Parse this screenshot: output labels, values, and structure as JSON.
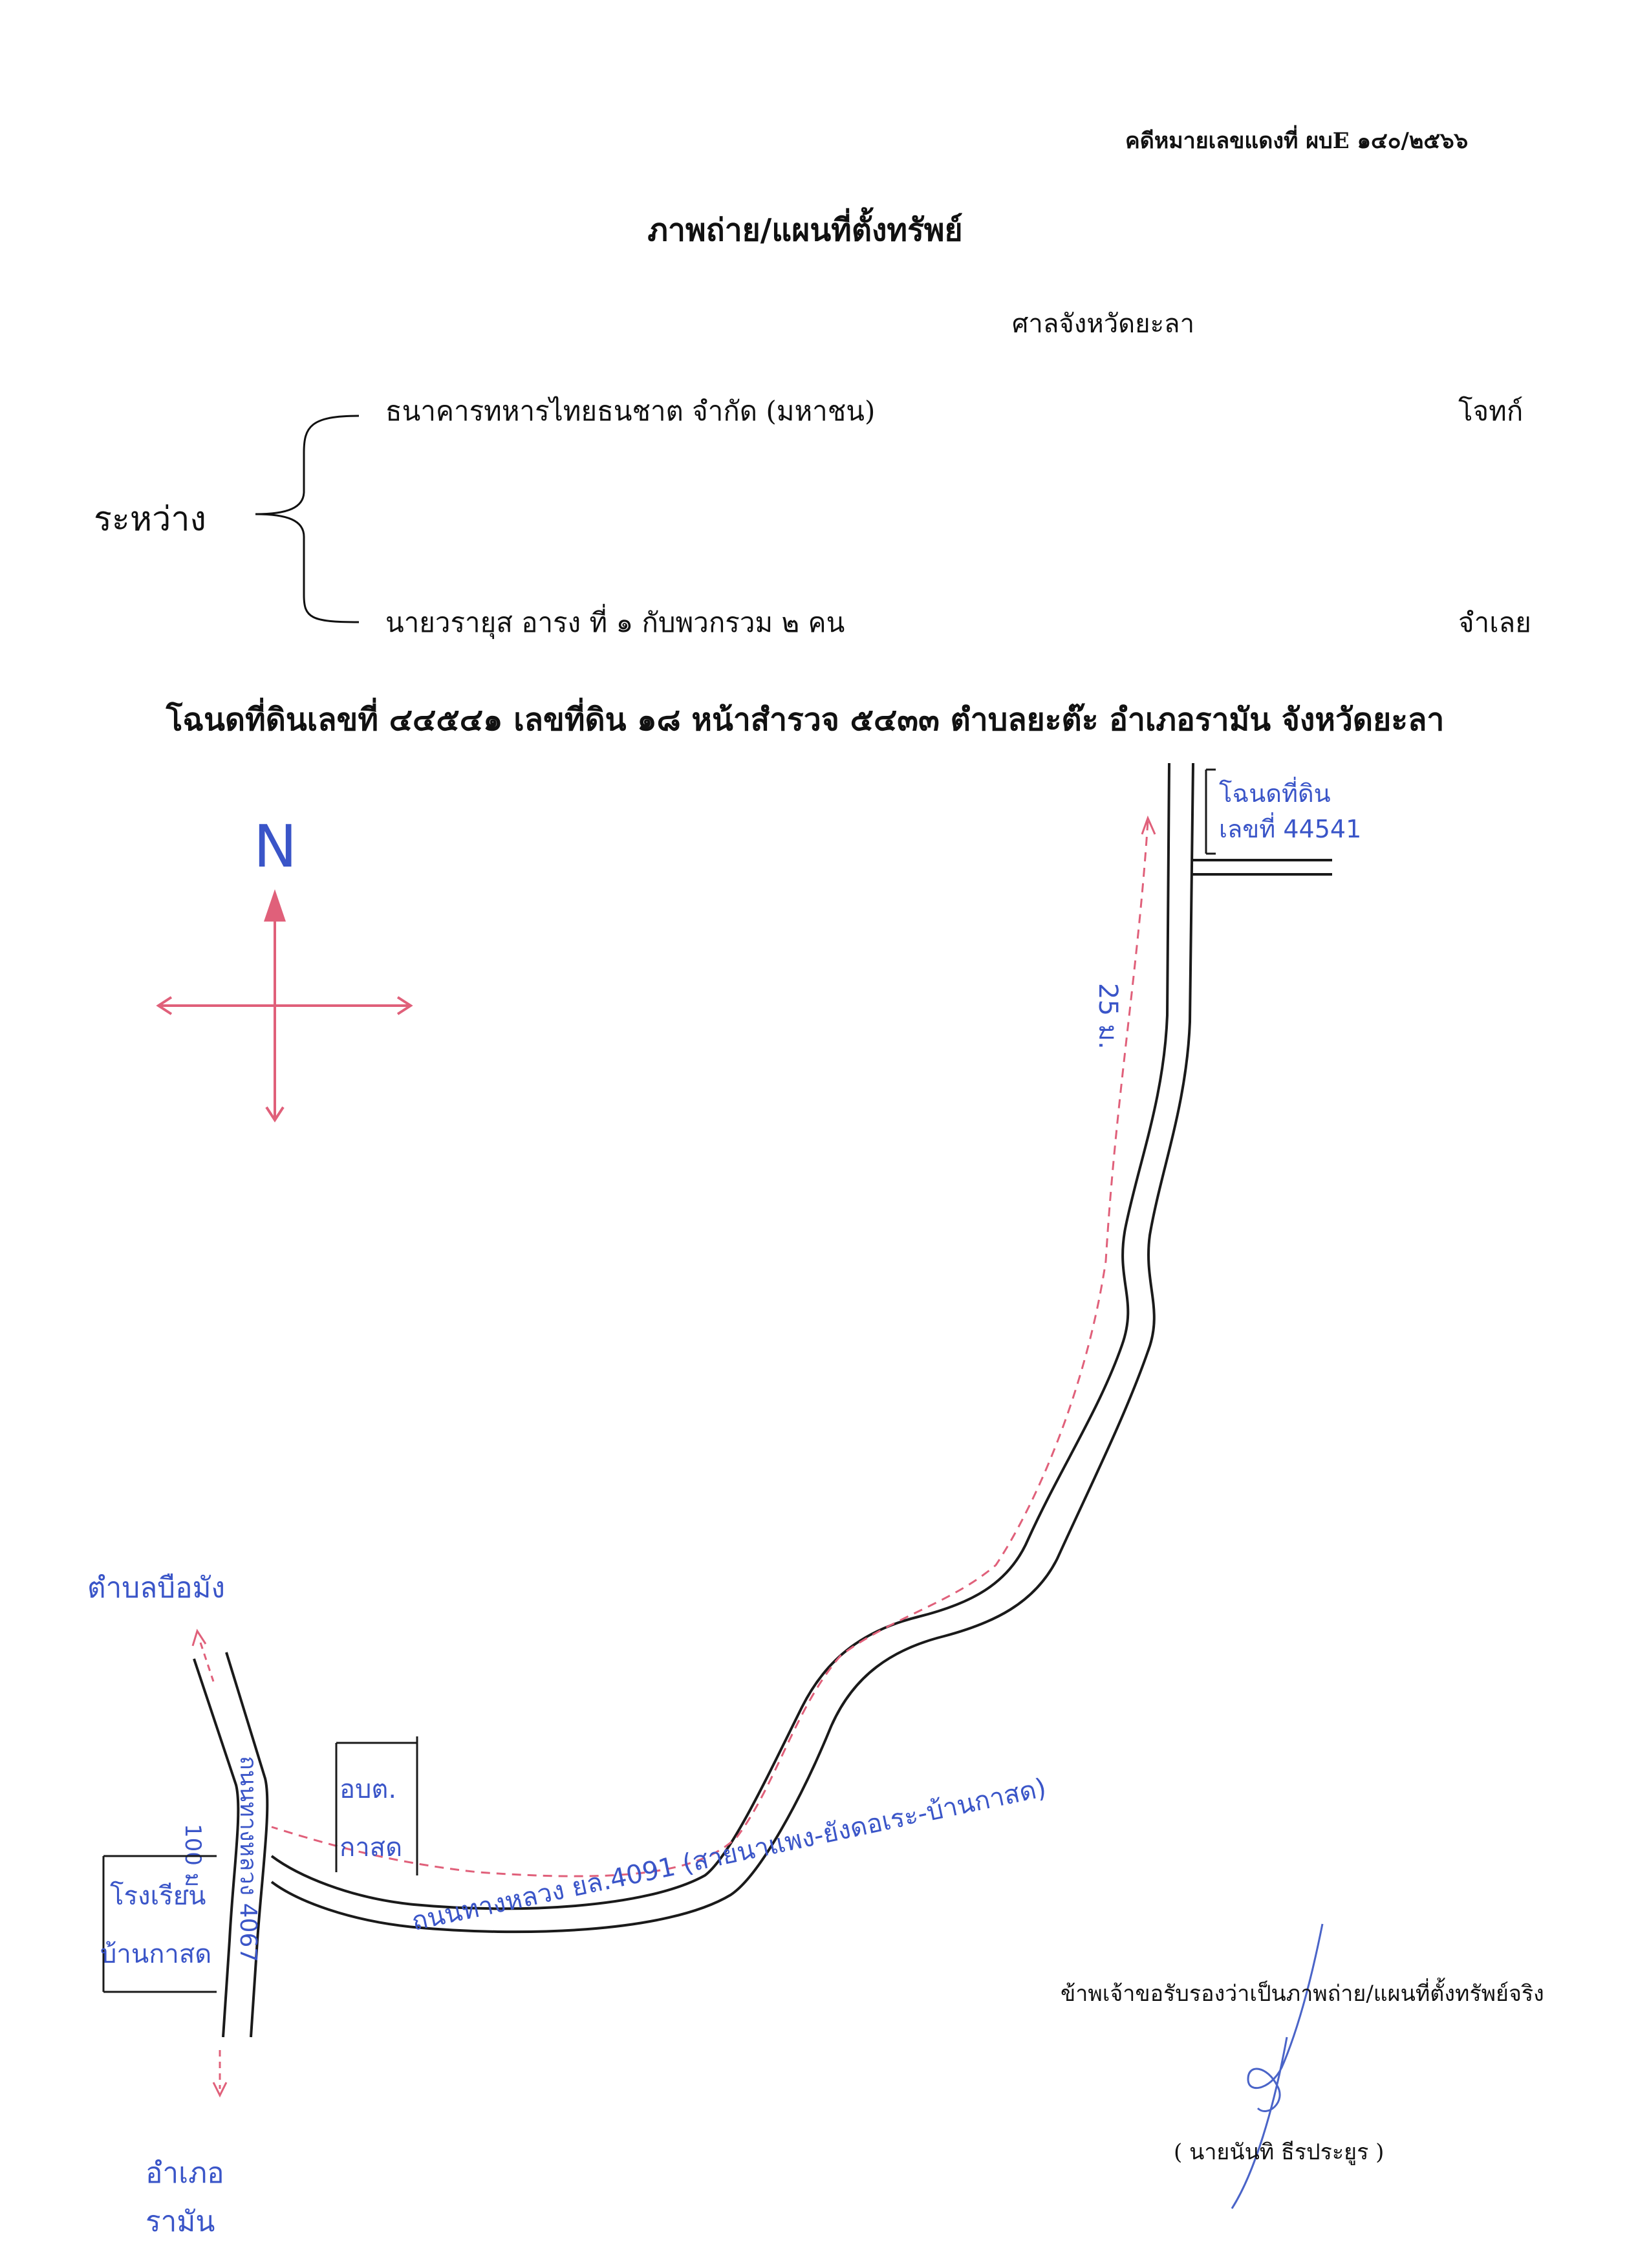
{
  "header": {
    "case_number": "คดีหมายเลขแดงที่ ผบE ๑๔๐/๒๕๖๖",
    "title": "ภาพถ่าย/แผนที่ตั้งทรัพย์",
    "court": "ศาลจังหวัดยะลา"
  },
  "parties": {
    "between_label": "ระหว่าง",
    "plaintiff_name": "ธนาคารทหารไทยธนชาต จำกัด   (มหาชน)",
    "plaintiff_role": "โจทก์",
    "defendant_name": "นายวรายุส  อารง ที่ ๑  กับพวกรวม ๒ คน",
    "defendant_role": "จำเลย"
  },
  "deed_line": "โฉนดที่ดินเลขที่ ๔๔๕๔๑  เลขที่ดิน ๑๘  หน้าสำรวจ ๕๔๓๓  ตำบลยะต๊ะ  อำเภอรามัน  จังหวัดยะลา",
  "map": {
    "north_label": "N",
    "deed_label_line1": "โฉนดที่ดิน",
    "deed_label_line2": "เลขที่ 44541",
    "distance_label": "25 ม.",
    "road_main_label": "ถนนทางหลวง ยล.4091 (สายนาแพง-ยังดอเระ-บ้านกาสด)",
    "road_side_label": "ถนนทางหลวง 4067",
    "distance_side_label": "100 ม.",
    "place_top_left": "ตำบลบือมัง",
    "place_bottom_line1": "อำเภอ",
    "place_bottom_line2": "รามัน",
    "school_line1": "โรงเรียน",
    "school_line2": "บ้านกาสด",
    "office_line1": "อบต.",
    "office_line2": "กาสด"
  },
  "footer": {
    "certification": "ข้าพเจ้าขอรับรองว่าเป็นภาพถ่าย/แผนที่ตั้งทรัพย์จริง",
    "signer": "(  นายนันทิ  ธีรประยูร  )"
  },
  "colors": {
    "ink": "#111111",
    "road_ink": "#1a1a1a",
    "handwriting": "#3a55c8",
    "compass": "#e0607a",
    "signature": "#4a64c8"
  }
}
